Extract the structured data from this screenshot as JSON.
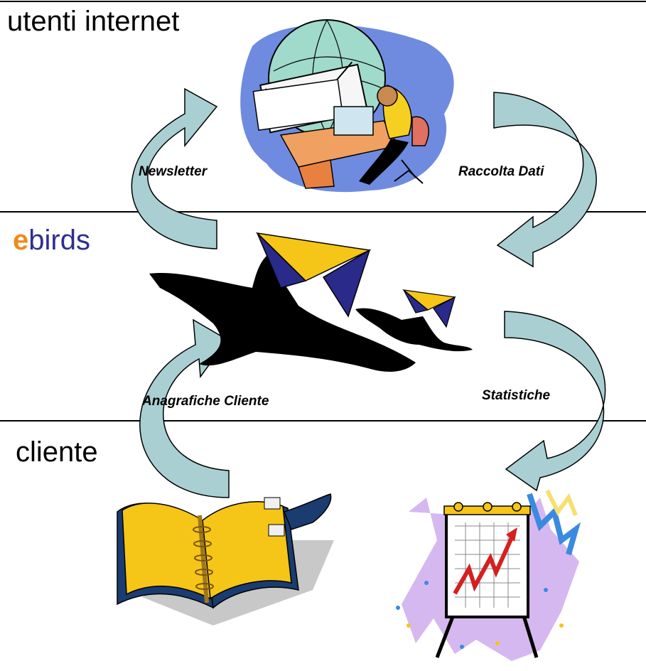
{
  "sections": {
    "internet_users": "utenti internet",
    "brand_prefix": "e",
    "brand_rest": "birds",
    "client": "cliente"
  },
  "flows": {
    "newsletter": "Newsletter",
    "data_collection": "Raccolta Dati",
    "client_records": "Anagrafiche Cliente",
    "statistics": "Statistiche"
  },
  "colors": {
    "arrow_fill": "#a9cfd2",
    "brand_e": "#f08a1c",
    "brand_text": "#2e2e8f",
    "envelope_yellow": "#f5c518",
    "envelope_blue": "#2a2a8a"
  },
  "icons": [
    "computer-user-email-icon",
    "flying-birds-envelope-icon",
    "address-book-icon",
    "growth-chart-icon"
  ]
}
